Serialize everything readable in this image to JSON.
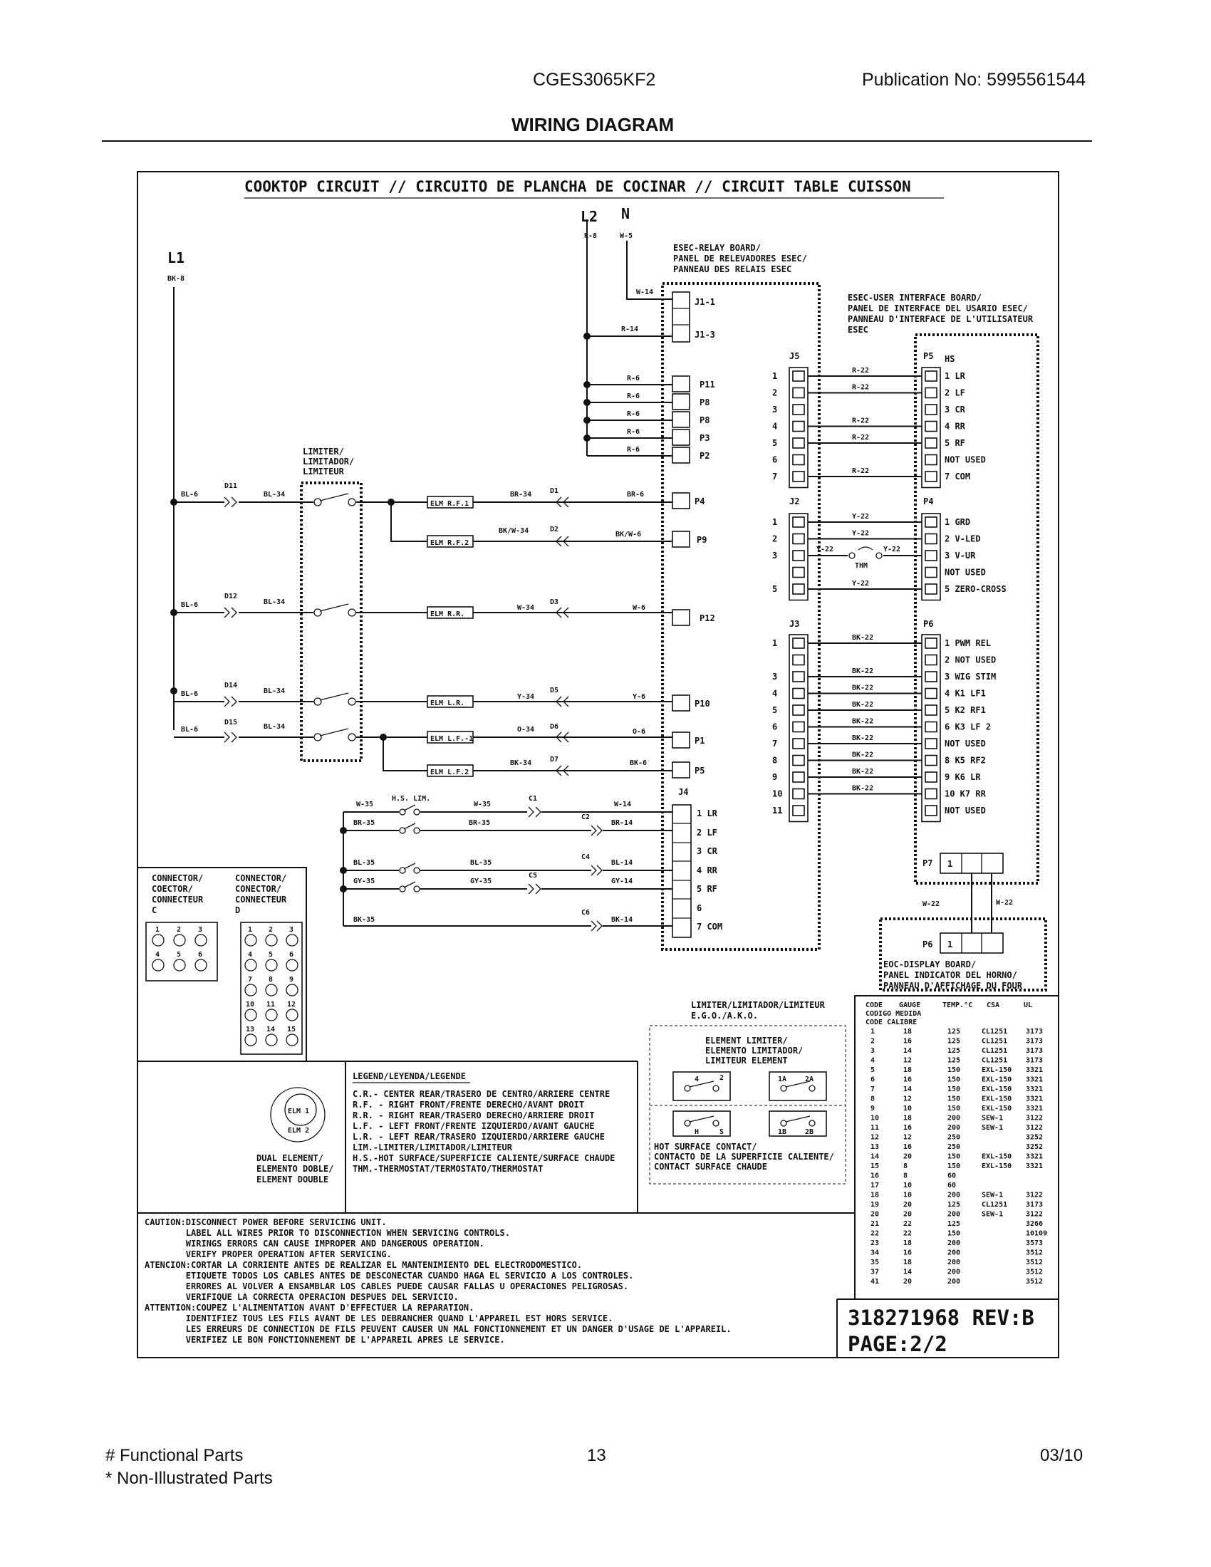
{
  "header": {
    "model": "CGES3065KF2",
    "publication": "Publication No:  5995561544",
    "title": "WIRING DIAGRAM"
  },
  "diagram": {
    "title": "COOKTOP CIRCUIT // CIRCUITO DE PLANCHA DE COCINAR // CIRCUIT TABLE CUISSON",
    "supply": {
      "l1": "L1",
      "l1_wire": "BK-8",
      "l2": "L2",
      "l2_wire": "R-8",
      "n": "N",
      "n_wire": "W-5"
    },
    "relay_board": [
      "ESEC-RELAY BOARD/",
      "PANEL DE RELEVADORES ESEC/",
      "PANNEAU DES RELAIS ESEC"
    ],
    "ui_board": [
      "ESEC-USER INTERFACE BOARD/",
      "PANEL DE INTERFACE DEL USARIO ESEC/",
      "PANNEAU D'INTERFACE DE L'UTILISATEUR",
      "ESEC"
    ],
    "limiter": [
      "LIMITER/",
      "LIMITADOR/",
      "LIMITEUR"
    ],
    "relay_pins": {
      "j11": "J1-1",
      "j13": "J1-3",
      "p11": "P11",
      "p8a": "P8",
      "p8b": "P8",
      "p3": "P3",
      "p2": "P2",
      "p4": "P4",
      "p9": "P9",
      "p12": "P12",
      "p10": "P10",
      "p1": "P1",
      "p5": "P5",
      "j4": "J4"
    },
    "top_wires": {
      "w14": "W-14",
      "r14": "R-14",
      "r6": "R-6"
    },
    "element_rows": [
      {
        "bl": "BL-6",
        "d": "D11",
        "bl34": "BL-34",
        "elm": "ELM R.F.1",
        "w34": "BR-34",
        "dd": "D1",
        "w6": "BR-6"
      },
      {
        "elm": "ELM R.F.2",
        "w34": "BK/W-34",
        "dd": "D2",
        "w6": "BK/W-6"
      },
      {
        "bl": "BL-6",
        "d": "D12",
        "bl34": "BL-34",
        "elm": "ELM R.R.",
        "w34": "W-34",
        "dd": "D3",
        "w6": "W-6"
      },
      {
        "bl": "BL-6",
        "d": "D14",
        "bl34": "BL-34",
        "elm": "ELM L.R.",
        "w34": "Y-34",
        "dd": "D5",
        "w6": "Y-6"
      },
      {
        "bl": "BL-6",
        "d": "D15",
        "bl34": "BL-34",
        "elm": "ELM L.F.-1",
        "w34": "O-34",
        "dd": "D6",
        "w6": "O-6"
      },
      {
        "elm": "ELM L.F.2",
        "w34": "BK-34",
        "dd": "D7",
        "w6": "BK-6"
      }
    ],
    "hs_rows": [
      {
        "a": "W-35",
        "lbl": "H.S. LIM.",
        "b": "W-35",
        "c": "C1",
        "d": "W-14"
      },
      {
        "a": "BR-35",
        "b": "BR-35",
        "c": "C2",
        "d": "BR-14"
      },
      {
        "a": "BL-35",
        "b": "BL-35",
        "c": "C4",
        "d": "BL-14"
      },
      {
        "a": "GY-35",
        "b": "GY-35",
        "c": "C5",
        "d": "GY-14"
      },
      {
        "a": "BK-35",
        "c": "C6",
        "d": "BK-14"
      }
    ],
    "j4_pins": [
      "1 LR",
      "2 LF",
      "3 CR",
      "4 RR",
      "5 RF",
      "6",
      "7 COM"
    ],
    "j5": {
      "label": "J5",
      "nums": [
        "1",
        "2",
        "3",
        "4",
        "5",
        "6",
        "7"
      ],
      "wires": [
        "R-22",
        "R-22",
        "",
        "R-22",
        "R-22",
        "",
        "R-22"
      ]
    },
    "p5": {
      "label": "P5",
      "hs": "HS",
      "pins": [
        "1 LR",
        "2 LF",
        "3 CR",
        "4 RR",
        "5 RF",
        "NOT USED",
        "7 COM"
      ]
    },
    "j2": {
      "label": "J2",
      "nums": [
        "1",
        "2",
        "3",
        "",
        "5"
      ],
      "wires": [
        "Y-22",
        "Y-22",
        "",
        "",
        "Y-22"
      ],
      "y22a": "Y-22",
      "y22b": "Y-22",
      "thm": "THM"
    },
    "p4b": {
      "label": "P4",
      "pins": [
        "1 GRD",
        "2 V-LED",
        "3 V-UR",
        "NOT USED",
        "5 ZERO-CROSS"
      ]
    },
    "j3": {
      "label": "J3",
      "nums": [
        "1",
        "",
        "3",
        "4",
        "5",
        "6",
        "7",
        "8",
        "9",
        "10",
        "11"
      ],
      "wires": [
        "BK-22",
        "",
        "BK-22",
        "BK-22",
        "BK-22",
        "BK-22",
        "BK-22",
        "BK-22",
        "BK-22",
        "BK-22",
        ""
      ]
    },
    "p6": {
      "label": "P6",
      "pins": [
        "1 PWM REL",
        "2 NOT USED",
        "3 WIG STIM",
        "4 K1 LF1",
        "5 K2 RF1",
        "6 K3 LF 2",
        "NOT USED",
        "8 K5 RF2",
        "9 K6 LR",
        "10 K7 RR",
        "NOT USED"
      ]
    },
    "p7": {
      "label": "P7",
      "pin": "1",
      "w1": "W-22",
      "w2": "W-22"
    },
    "display": {
      "label": "P6",
      "pin": "1",
      "lines": [
        "EOC-DISPLAY BOARD/",
        "PANEL INDICATOR DEL HORNO/",
        "PANNEAU D'AFFICHAGE DU FOUR"
      ]
    },
    "connector_c": {
      "lines": [
        "CONNECTOR/",
        "COECTOR/",
        "CONNECTEUR",
        "C"
      ],
      "nums": [
        "1",
        "2",
        "3",
        "4",
        "5",
        "6"
      ]
    },
    "connector_d": {
      "lines": [
        "CONNECTOR/",
        "CONECTOR/",
        "CONNECTEUR",
        "D"
      ],
      "nums": [
        "1",
        "2",
        "3",
        "4",
        "5",
        "6",
        "7",
        "8",
        "9",
        "10",
        "11",
        "12",
        "13",
        "14",
        "15"
      ]
    },
    "dual": {
      "elm1": "ELM 1",
      "elm2": "ELM 2",
      "lines": [
        "DUAL ELEMENT/",
        "ELEMENTO DOBLE/",
        "ELEMENT DOUBLE"
      ]
    },
    "legend": {
      "title": "LEGEND/LEYENDA/LEGENDE",
      "lines": [
        "C.R.- CENTER REAR/TRASERO DE CENTRO/ARRIERE CENTRE",
        "R.F. - RIGHT FRONT/FRENTE DERECHO/AVANT DROIT",
        "R.R. - RIGHT REAR/TRASERO DERECHO/ARRIERE DROIT",
        "L.F. - LEFT FRONT/FRENTE IZQUIERDO/AVANT GAUCHE",
        "L.R. - LEFT REAR/TRASERO IZQUIERDO/ARRIERE GAUCHE",
        "LIM.-LIMITER/LIMITADOR/LIMITEUR",
        "H.S.-HOT SURFACE/SUPERFICIE CALIENTE/SURFACE CHAUDE",
        "THM.-THERMOSTAT/TERMOSTATO/THERMOSTAT"
      ]
    },
    "limiter_box": {
      "title": [
        "LIMITER/LIMITADOR/LIMITEUR",
        "E.G.O./A.K.O."
      ],
      "element": [
        "ELEMENT LIMITER/",
        "ELEMENTO LIMITADOR/",
        "LIMITEUR ELEMENT"
      ],
      "hot": [
        "HOT SURFACE CONTACT/",
        "CONTACTO DE LA SUPERFICIE CALIENTE/",
        "CONTACT SURFACE CHAUDE"
      ],
      "pins": [
        "4",
        "2",
        "1A",
        "2A",
        "H",
        "S",
        "1B",
        "2B"
      ]
    },
    "gauge_table": {
      "headers": [
        "CODE",
        "GAUGE",
        "TEMP.°C",
        "CSA",
        "UL"
      ],
      "subheaders": [
        "CODIGO MEDIDA",
        "CODE   CALIBRE"
      ],
      "rows": [
        [
          "1",
          "18",
          "125",
          "CL1251",
          "3173"
        ],
        [
          "2",
          "16",
          "125",
          "CL1251",
          "3173"
        ],
        [
          "3",
          "14",
          "125",
          "CL1251",
          "3173"
        ],
        [
          "4",
          "12",
          "125",
          "CL1251",
          "3173"
        ],
        [
          "5",
          "18",
          "150",
          "EXL-150",
          "3321"
        ],
        [
          "6",
          "16",
          "150",
          "EXL-150",
          "3321"
        ],
        [
          "7",
          "14",
          "150",
          "EXL-150",
          "3321"
        ],
        [
          "8",
          "12",
          "150",
          "EXL-150",
          "3321"
        ],
        [
          "9",
          "10",
          "150",
          "EXL-150",
          "3321"
        ],
        [
          "10",
          "18",
          "200",
          "SEW-1",
          "3122"
        ],
        [
          "11",
          "16",
          "200",
          "SEW-1",
          "3122"
        ],
        [
          "12",
          "12",
          "250",
          "",
          "3252"
        ],
        [
          "13",
          "16",
          "250",
          "",
          "3252"
        ],
        [
          "14",
          "20",
          "150",
          "EXL-150",
          "3321"
        ],
        [
          "15",
          "8",
          "150",
          "EXL-150",
          "3321"
        ],
        [
          "16",
          "8",
          "60",
          "",
          ""
        ],
        [
          "17",
          "10",
          "60",
          "",
          ""
        ],
        [
          "18",
          "10",
          "200",
          "SEW-1",
          "3122"
        ],
        [
          "19",
          "20",
          "125",
          "CL1251",
          "3173"
        ],
        [
          "20",
          "20",
          "200",
          "SEW-1",
          "3122"
        ],
        [
          "21",
          "22",
          "125",
          "",
          "3266"
        ],
        [
          "22",
          "22",
          "150",
          "",
          "10109"
        ],
        [
          "23",
          "18",
          "200",
          "",
          "3573"
        ],
        [
          "34",
          "16",
          "200",
          "",
          "3512"
        ],
        [
          "35",
          "18",
          "200",
          "",
          "3512"
        ],
        [
          "37",
          "14",
          "200",
          "",
          "3512"
        ],
        [
          "41",
          "20",
          "200",
          "",
          "3512"
        ]
      ]
    },
    "caution": [
      "CAUTION:DISCONNECT POWER BEFORE SERVICING UNIT.",
      "        LABEL ALL WIRES PRIOR TO DISCONNECTION WHEN SERVICING CONTROLS.",
      "        WIRINGS ERRORS CAN CAUSE IMPROPER AND DANGEROUS OPERATION.",
      "        VERIFY PROPER OPERATION AFTER SERVICING.",
      "ATENCION:CORTAR LA CORRIENTE ANTES DE REALIZAR EL MANTENIMIENTO DEL ELECTRODOMESTICO.",
      "        ETIQUETE TODOS LOS CABLES ANTES DE DESCONECTAR CUANDO HAGA EL SERVICIO A LOS CONTROLES.",
      "        ERRORES AL VOLVER A ENSAMBLAR LOS CABLES PUEDE CAUSAR FALLAS U OPERACIONES PELIGROSAS.",
      "        VERIFIQUE LA CORRECTA OPERACION DESPUES DEL SERVICIO.",
      "ATTENTION:COUPEZ L'ALIMENTATION AVANT D'EFFECTUER LA REPARATION.",
      "        IDENTIFIEZ TOUS LES FILS AVANT DE LES DEBRANCHER QUAND L'APPAREIL EST HORS SERVICE.",
      "        LES ERREURS DE CONNECTION DE FILS PEUVENT CAUSER UN MAL FONCTIONNEMENT ET UN DANGER D'USAGE DE L'APPAREIL.",
      "        VERIFIEZ LE BON FONCTIONNEMENT DE L'APPAREIL APRES LE SERVICE."
    ],
    "part_number": "318271968 REV:B",
    "page": "PAGE:2/2"
  },
  "footer": {
    "functional": "# Functional Parts",
    "non_illustrated": "* Non-Illustrated Parts",
    "page_number": "13",
    "date": "03/10"
  }
}
